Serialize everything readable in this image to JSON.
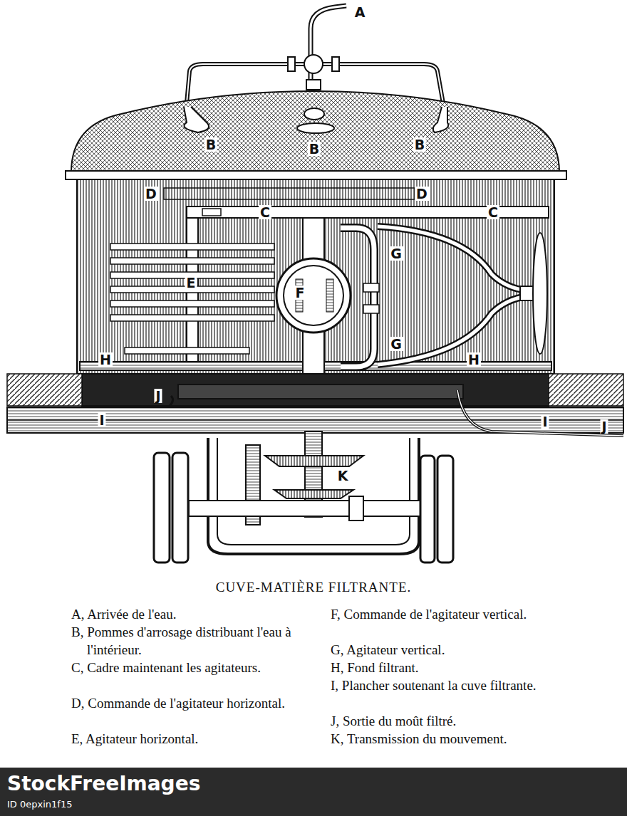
{
  "diagram": {
    "title": "CUVE-MATIÈRE FILTRANTE.",
    "labels": [
      "A",
      "B",
      "B",
      "B",
      "D",
      "D",
      "C",
      "C",
      "E",
      "F",
      "G",
      "G",
      "H",
      "H",
      "J",
      "J",
      "I",
      "I",
      "K",
      "A, Arrivée de l'eau.",
      "B, Pommes d'arrosage distribuant l'eau à l'intérieur.",
      "C, Cadre maintenant les agitateurs.",
      "D, Commande de l'agitateur horizontal.",
      "E, Agitateur horizontal.",
      "F, Commande de l'agitateur vertical.",
      "G, Agitateur vertical.",
      "H, Fond filtrant.",
      "I, Plancher soutenant la cuve filtrante.",
      "J, Sortie du moût filtré.",
      "K, Transmission du mouvement.",
      "StockFreeImages",
      "ID 0epxin1f15"
    ]
  }
}
